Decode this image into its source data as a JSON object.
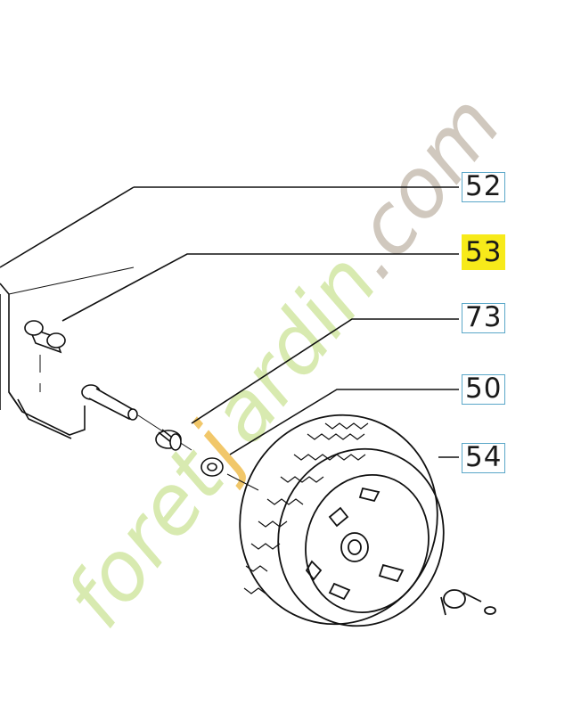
{
  "parts": [
    {
      "id": "p52",
      "label": "52",
      "highlighted": false
    },
    {
      "id": "p53",
      "label": "53",
      "highlighted": true
    },
    {
      "id": "p73",
      "label": "73",
      "highlighted": false
    },
    {
      "id": "p50",
      "label": "50",
      "highlighted": false
    },
    {
      "id": "p54",
      "label": "54",
      "highlighted": false
    }
  ],
  "watermark": {
    "text": "foretjardin.com",
    "color_light": "#cfe5a0",
    "color_accent": "#f2c04a",
    "color_com": "#c9c1b6"
  },
  "colors": {
    "callout_border": "#5aa7c8",
    "highlight": "#f7ea1a",
    "line": "#111111"
  }
}
